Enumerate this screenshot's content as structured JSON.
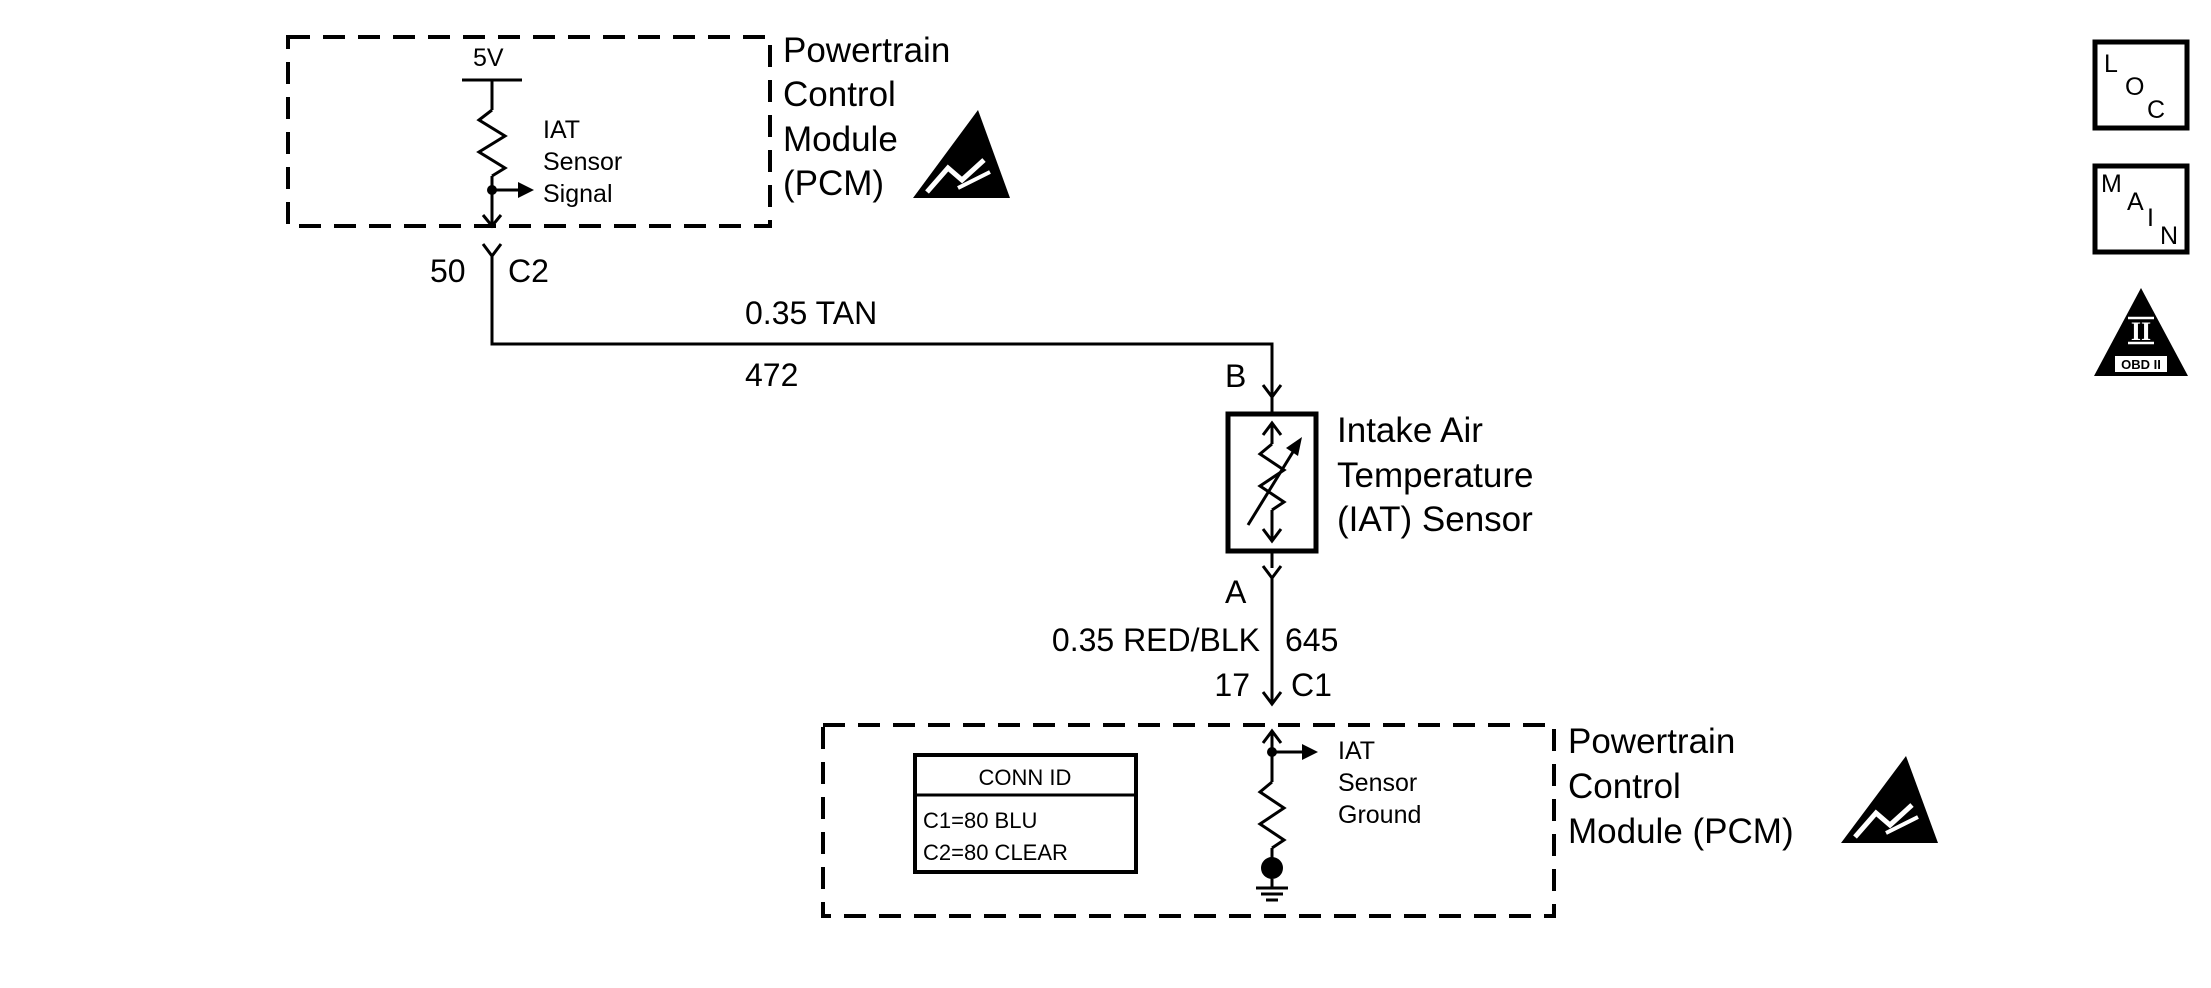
{
  "top_module": {
    "name_lines": [
      "Powertrain",
      "Control",
      "Module",
      "(PCM)"
    ],
    "voltage": "5V",
    "signal_lines": [
      "IAT",
      "Sensor",
      "Signal"
    ],
    "connector_pin": "50",
    "connector_id": "C2"
  },
  "wire_signal": {
    "gauge_color": "0.35 TAN",
    "circuit": "472",
    "sensor_terminal": "B"
  },
  "sensor": {
    "name_lines": [
      "Intake Air",
      "Temperature",
      "(IAT) Sensor"
    ]
  },
  "wire_ground": {
    "sensor_terminal": "A",
    "gauge_color": "0.35 RED/BLK",
    "circuit": "645",
    "connector_pin": "17",
    "connector_id": "C1"
  },
  "bottom_module": {
    "name_lines": [
      "Powertrain",
      "Control",
      "Module (PCM)"
    ],
    "ground_lines": [
      "IAT",
      "Sensor",
      "Ground"
    ]
  },
  "conn_id_table": {
    "header": "CONN ID",
    "rows": [
      "C1=80 BLU",
      "C2=80 CLEAR"
    ]
  },
  "legend_icons": {
    "loc": [
      "L",
      "O",
      "C"
    ],
    "main": [
      "M",
      "A",
      "I",
      "N"
    ],
    "obd": {
      "numeral": "II",
      "caption": "OBD II"
    }
  }
}
